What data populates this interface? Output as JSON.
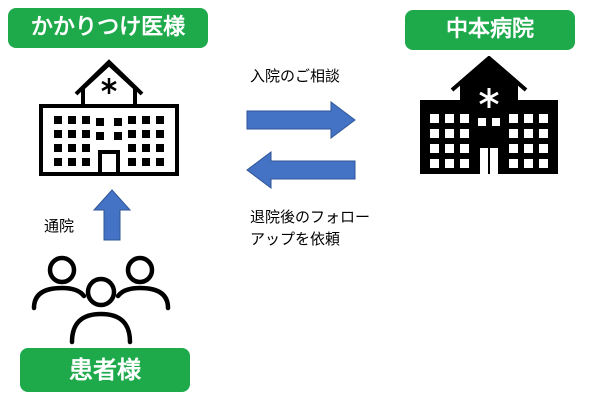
{
  "clinic": {
    "label": "かかりつけ医様",
    "icon": "building-clinic-icon"
  },
  "hospital": {
    "label": "中本病院",
    "icon": "building-hospital-icon"
  },
  "patients": {
    "label": "患者様",
    "icon": "people-group-icon"
  },
  "flows": {
    "referral": "入院のご相談",
    "visit": "通院",
    "followup_line1": "退院後のフォロー",
    "followup_line2": "アップを依頼"
  },
  "colors": {
    "label_bg": "#1eaa4b",
    "arrow": "#4472c4",
    "outline": "#000000"
  }
}
